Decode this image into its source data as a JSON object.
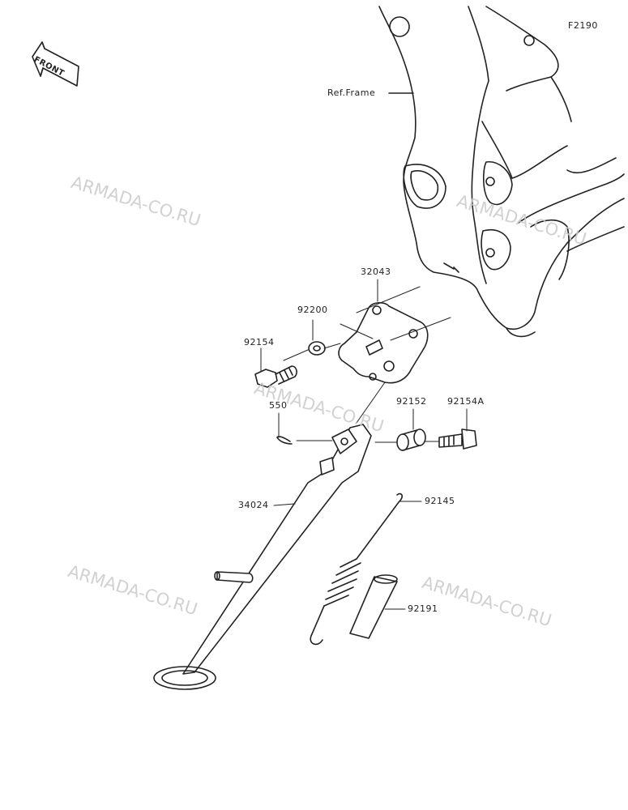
{
  "figure_code": "F2190",
  "front_marker": "FRONT",
  "reference_label": "Ref.Frame",
  "parts": {
    "p32043": "32043",
    "p92200": "92200",
    "p92154": "92154",
    "p550": "550",
    "p92152": "92152",
    "p92154A": "92154A",
    "p34024": "34024",
    "p92145": "92145",
    "p92191": "92191"
  },
  "watermarks": [
    "ARMADA-CO.RU",
    "ARMADA-CO.RU",
    "ARMADA-CO.RU",
    "ARMADA-CO.RU",
    "ARMADA-CO.RU"
  ],
  "colors": {
    "line": "#222222",
    "watermark": "#c9c9c9",
    "background": "#ffffff"
  }
}
